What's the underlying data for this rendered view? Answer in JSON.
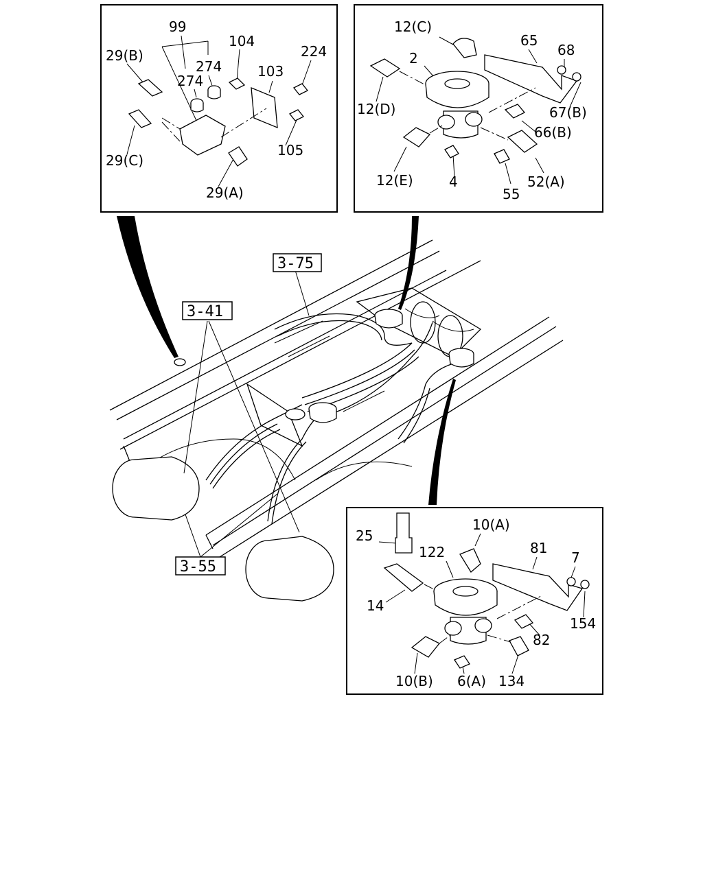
{
  "inset_a": {
    "labels": [
      "99",
      "29(B)",
      "104",
      "224",
      "274",
      "274",
      "103",
      "29(C)",
      "105",
      "29(A)"
    ]
  },
  "inset_b": {
    "labels": [
      "12(C)",
      "65",
      "68",
      "2",
      "67(B)",
      "12(D)",
      "66(B)",
      "12(E)",
      "4",
      "52(A)",
      "55"
    ]
  },
  "inset_c": {
    "labels": [
      "10(A)",
      "25",
      "81",
      "122",
      "7",
      "14",
      "154",
      "82",
      "10(B)",
      "6(A)",
      "134"
    ]
  },
  "refs": [
    "3-75",
    "3-41",
    "3-55"
  ],
  "colors": {
    "line": "#000000",
    "background": "#ffffff"
  }
}
